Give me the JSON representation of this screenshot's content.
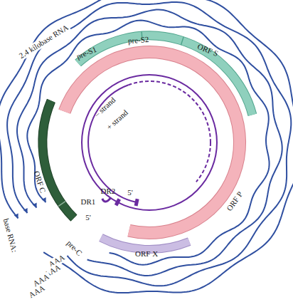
{
  "diagram": {
    "labels": [
      "2.4 kilobase RNA",
      "base RNA:",
      "pre-S1",
      "pre-S2",
      "ORF S",
      "– strand",
      "+ strand",
      "DR1",
      "DR2",
      "5'",
      "5'",
      "ORF C",
      "pre-C",
      "ORF X",
      "ORF P",
      "AAA",
      "AAA",
      "AAA",
      "AAA"
    ]
  }
}
